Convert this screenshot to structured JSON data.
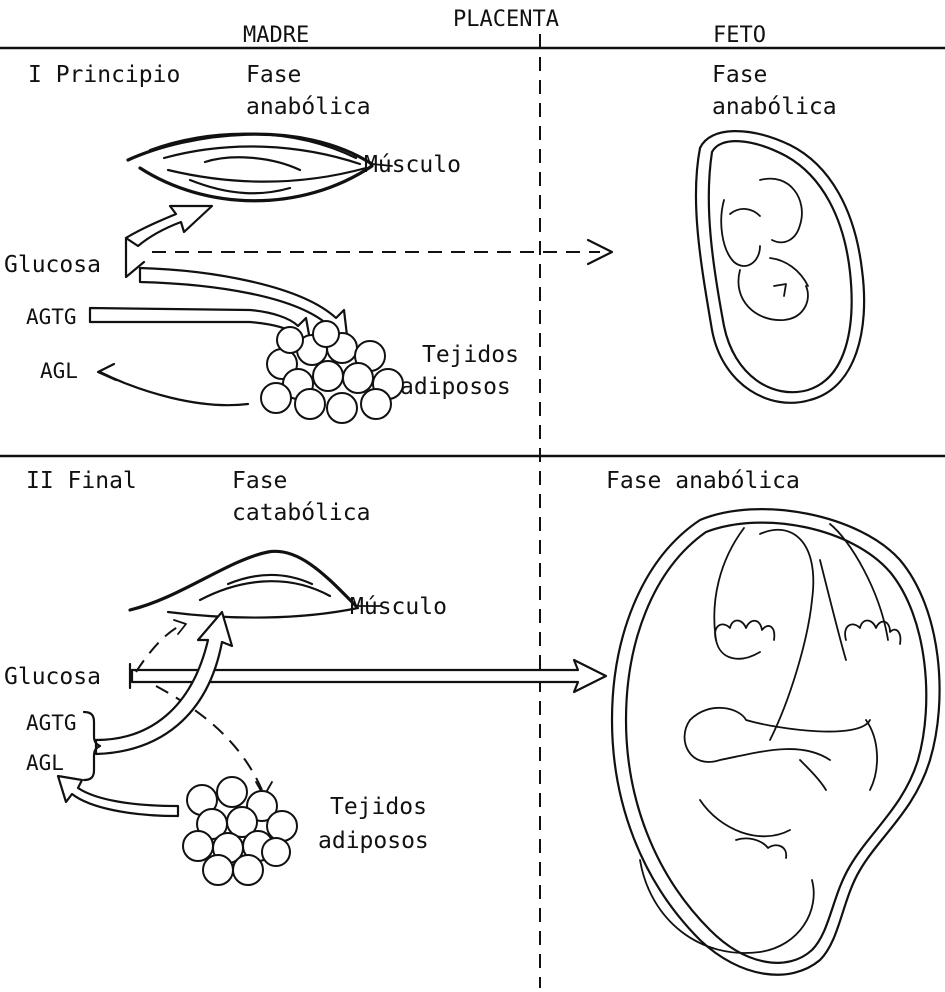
{
  "headers": {
    "madre": "MADRE",
    "placenta": "PLACENTA",
    "feto": "FETO"
  },
  "section_1": {
    "title": "I Principio",
    "mother_phase_line1": "Fase",
    "mother_phase_line2": "anabólica",
    "fetus_phase_line1": "Fase",
    "fetus_phase_line2": "anabólica",
    "muscle": "Músculo",
    "glucose": "Glucosa",
    "agtg": "AGTG",
    "agl": "AGL",
    "tissue_line1": "Tejidos",
    "tissue_line2": "adiposos"
  },
  "section_2": {
    "title": "II Final",
    "mother_phase_line1": "Fase",
    "mother_phase_line2": "catabólica",
    "fetus_phase": "Fase anabólica",
    "muscle": "Músculo",
    "glucose": "Glucosa",
    "agtg": "AGTG",
    "agl": "AGL",
    "tissue_line1": "Tejidos",
    "tissue_line2": "adiposos"
  }
}
